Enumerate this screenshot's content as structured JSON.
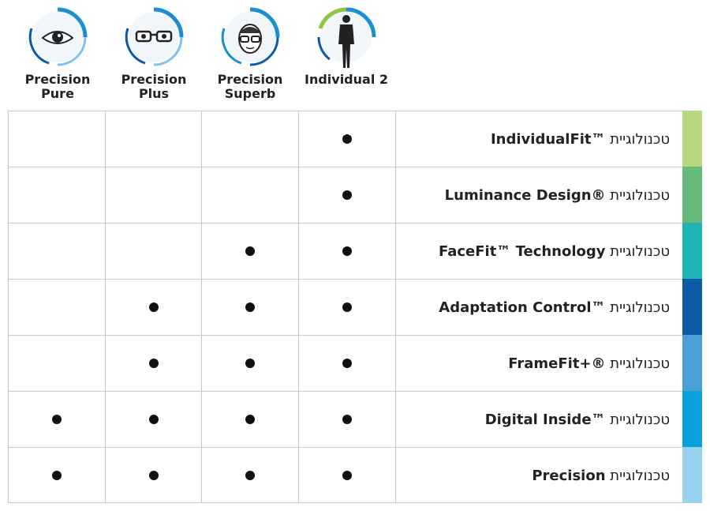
{
  "products": [
    {
      "name": "Precision Pure",
      "line1": "Precision",
      "line2": "Pure",
      "icon": "eye-icon"
    },
    {
      "name": "Precision Plus",
      "line1": "Precision",
      "line2": "Plus",
      "icon": "glasses-icon"
    },
    {
      "name": "Precision Superb",
      "line1": "Precision",
      "line2": "Superb",
      "icon": "face-icon"
    },
    {
      "name": "Individual 2",
      "line1": "Individual 2",
      "line2": "",
      "icon": "person-icon"
    }
  ],
  "rows": [
    {
      "hebrew": "טכנולוגיית",
      "name": "IndividualFit™",
      "color": "#b7d87e",
      "features": [
        false,
        false,
        false,
        true
      ]
    },
    {
      "hebrew": "טכנולוגיית",
      "name": "Luminance Design®",
      "color": "#66bb7a",
      "features": [
        false,
        false,
        false,
        true
      ]
    },
    {
      "hebrew": "טכנולוגיית",
      "name": "FaceFit™ Technology",
      "color": "#1fb5b6",
      "features": [
        false,
        false,
        true,
        true
      ]
    },
    {
      "hebrew": "טכנולוגיית",
      "name": "Adaptation Control™",
      "color": "#0d5aa6",
      "features": [
        false,
        true,
        true,
        true
      ]
    },
    {
      "hebrew": "טכנולוגיית",
      "name": "FrameFit+®",
      "color": "#4a9fd6",
      "features": [
        false,
        true,
        true,
        true
      ]
    },
    {
      "hebrew": "טכנולוגיית",
      "name": "Digital Inside™",
      "color": "#0aa0dc",
      "features": [
        true,
        true,
        true,
        true
      ]
    },
    {
      "hebrew": "טכנולוגיית",
      "name": "Precision",
      "color": "#97d3ef",
      "features": [
        true,
        true,
        true,
        true
      ]
    }
  ],
  "chart_data": {
    "type": "table",
    "columns": [
      "Precision Pure",
      "Precision Plus",
      "Precision Superb",
      "Individual 2"
    ],
    "rows": [
      "טכנולוגיית IndividualFit™",
      "טכנולוגיית Luminance Design®",
      "טכנולוגיית FaceFit™ Technology",
      "טכנולוגיית Adaptation Control™",
      "טכנולוגיית FrameFit+®",
      "טכנולוגיית Digital Inside™",
      "טכנולוגיית Precision"
    ],
    "values": [
      [
        false,
        false,
        false,
        true
      ],
      [
        false,
        false,
        false,
        true
      ],
      [
        false,
        false,
        true,
        true
      ],
      [
        false,
        true,
        true,
        true
      ],
      [
        false,
        true,
        true,
        true
      ],
      [
        true,
        true,
        true,
        true
      ],
      [
        true,
        true,
        true,
        true
      ]
    ]
  },
  "colors": {
    "ring_blue": "#1d8fd1",
    "ring_dark": "#0d5aa6",
    "ring_green": "#8cc63f",
    "grid": "#c8c8d4"
  }
}
